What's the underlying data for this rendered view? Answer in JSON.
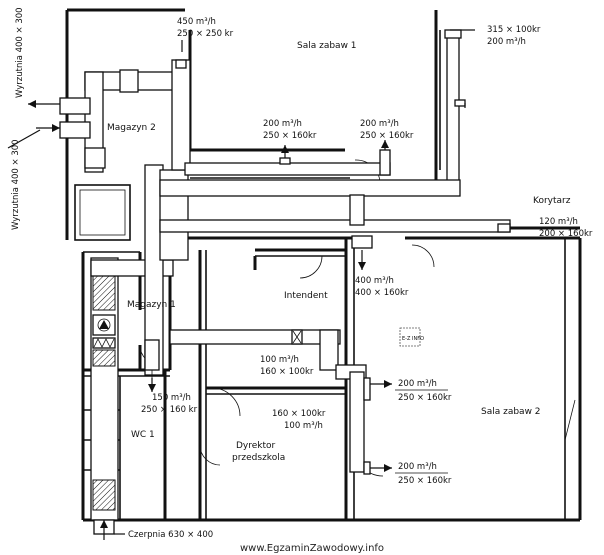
{
  "rooms": {
    "sala_zabaw_1": "Sala zabaw 1",
    "sala_zabaw_2": "Sala zabaw 2",
    "magazyn_1": "Magazyn 1",
    "magazyn_2": "Magazyn 2",
    "intendent": "Intendent",
    "wc": "WC 1",
    "dyrektor_line1": "Dyrektor",
    "dyrektor_line2": "przedszkola",
    "korytarz": "Korytarz"
  },
  "labels": {
    "top_flow": "450 m³/h",
    "top_size": "250 × 250 kr",
    "topright_size": "315 × 100kr",
    "topright_flow": "200 m³/h",
    "mid1_flow": "200 m³/h",
    "mid1_size": "250 × 160kr",
    "mid2_flow": "200 m³/h",
    "mid2_size": "250 × 160kr",
    "korytarz_flow": "120 m³/h",
    "korytarz_size": "200 × 160kr",
    "sz2_inlet_flow": "400 m³/h",
    "sz2_inlet_size": "400 × 160kr",
    "intendent_flow": "100 m³/h",
    "intendent_size": "160 × 100kr",
    "sz2_a_flow": "200 m³/h",
    "sz2_a_size": "250 × 160kr",
    "mag1_flow": "150 m³/h",
    "mag1_size": "250 × 160 kr",
    "dyr_size": "160 × 100kr",
    "dyr_flow": "100 m³/h",
    "sz2_b_flow": "200 m³/h",
    "sz2_b_size": "250 × 160kr",
    "czerpnia": "Czerpnia 630 × 400",
    "wyrzutnia_top": "Wyrzutnia 400 × 300",
    "wyrzutnia_bottom": "Wyrzutnia 400 × 300"
  },
  "stamp": "E-Z INFO",
  "watermark": "www.EgzaminZawodowy.info"
}
